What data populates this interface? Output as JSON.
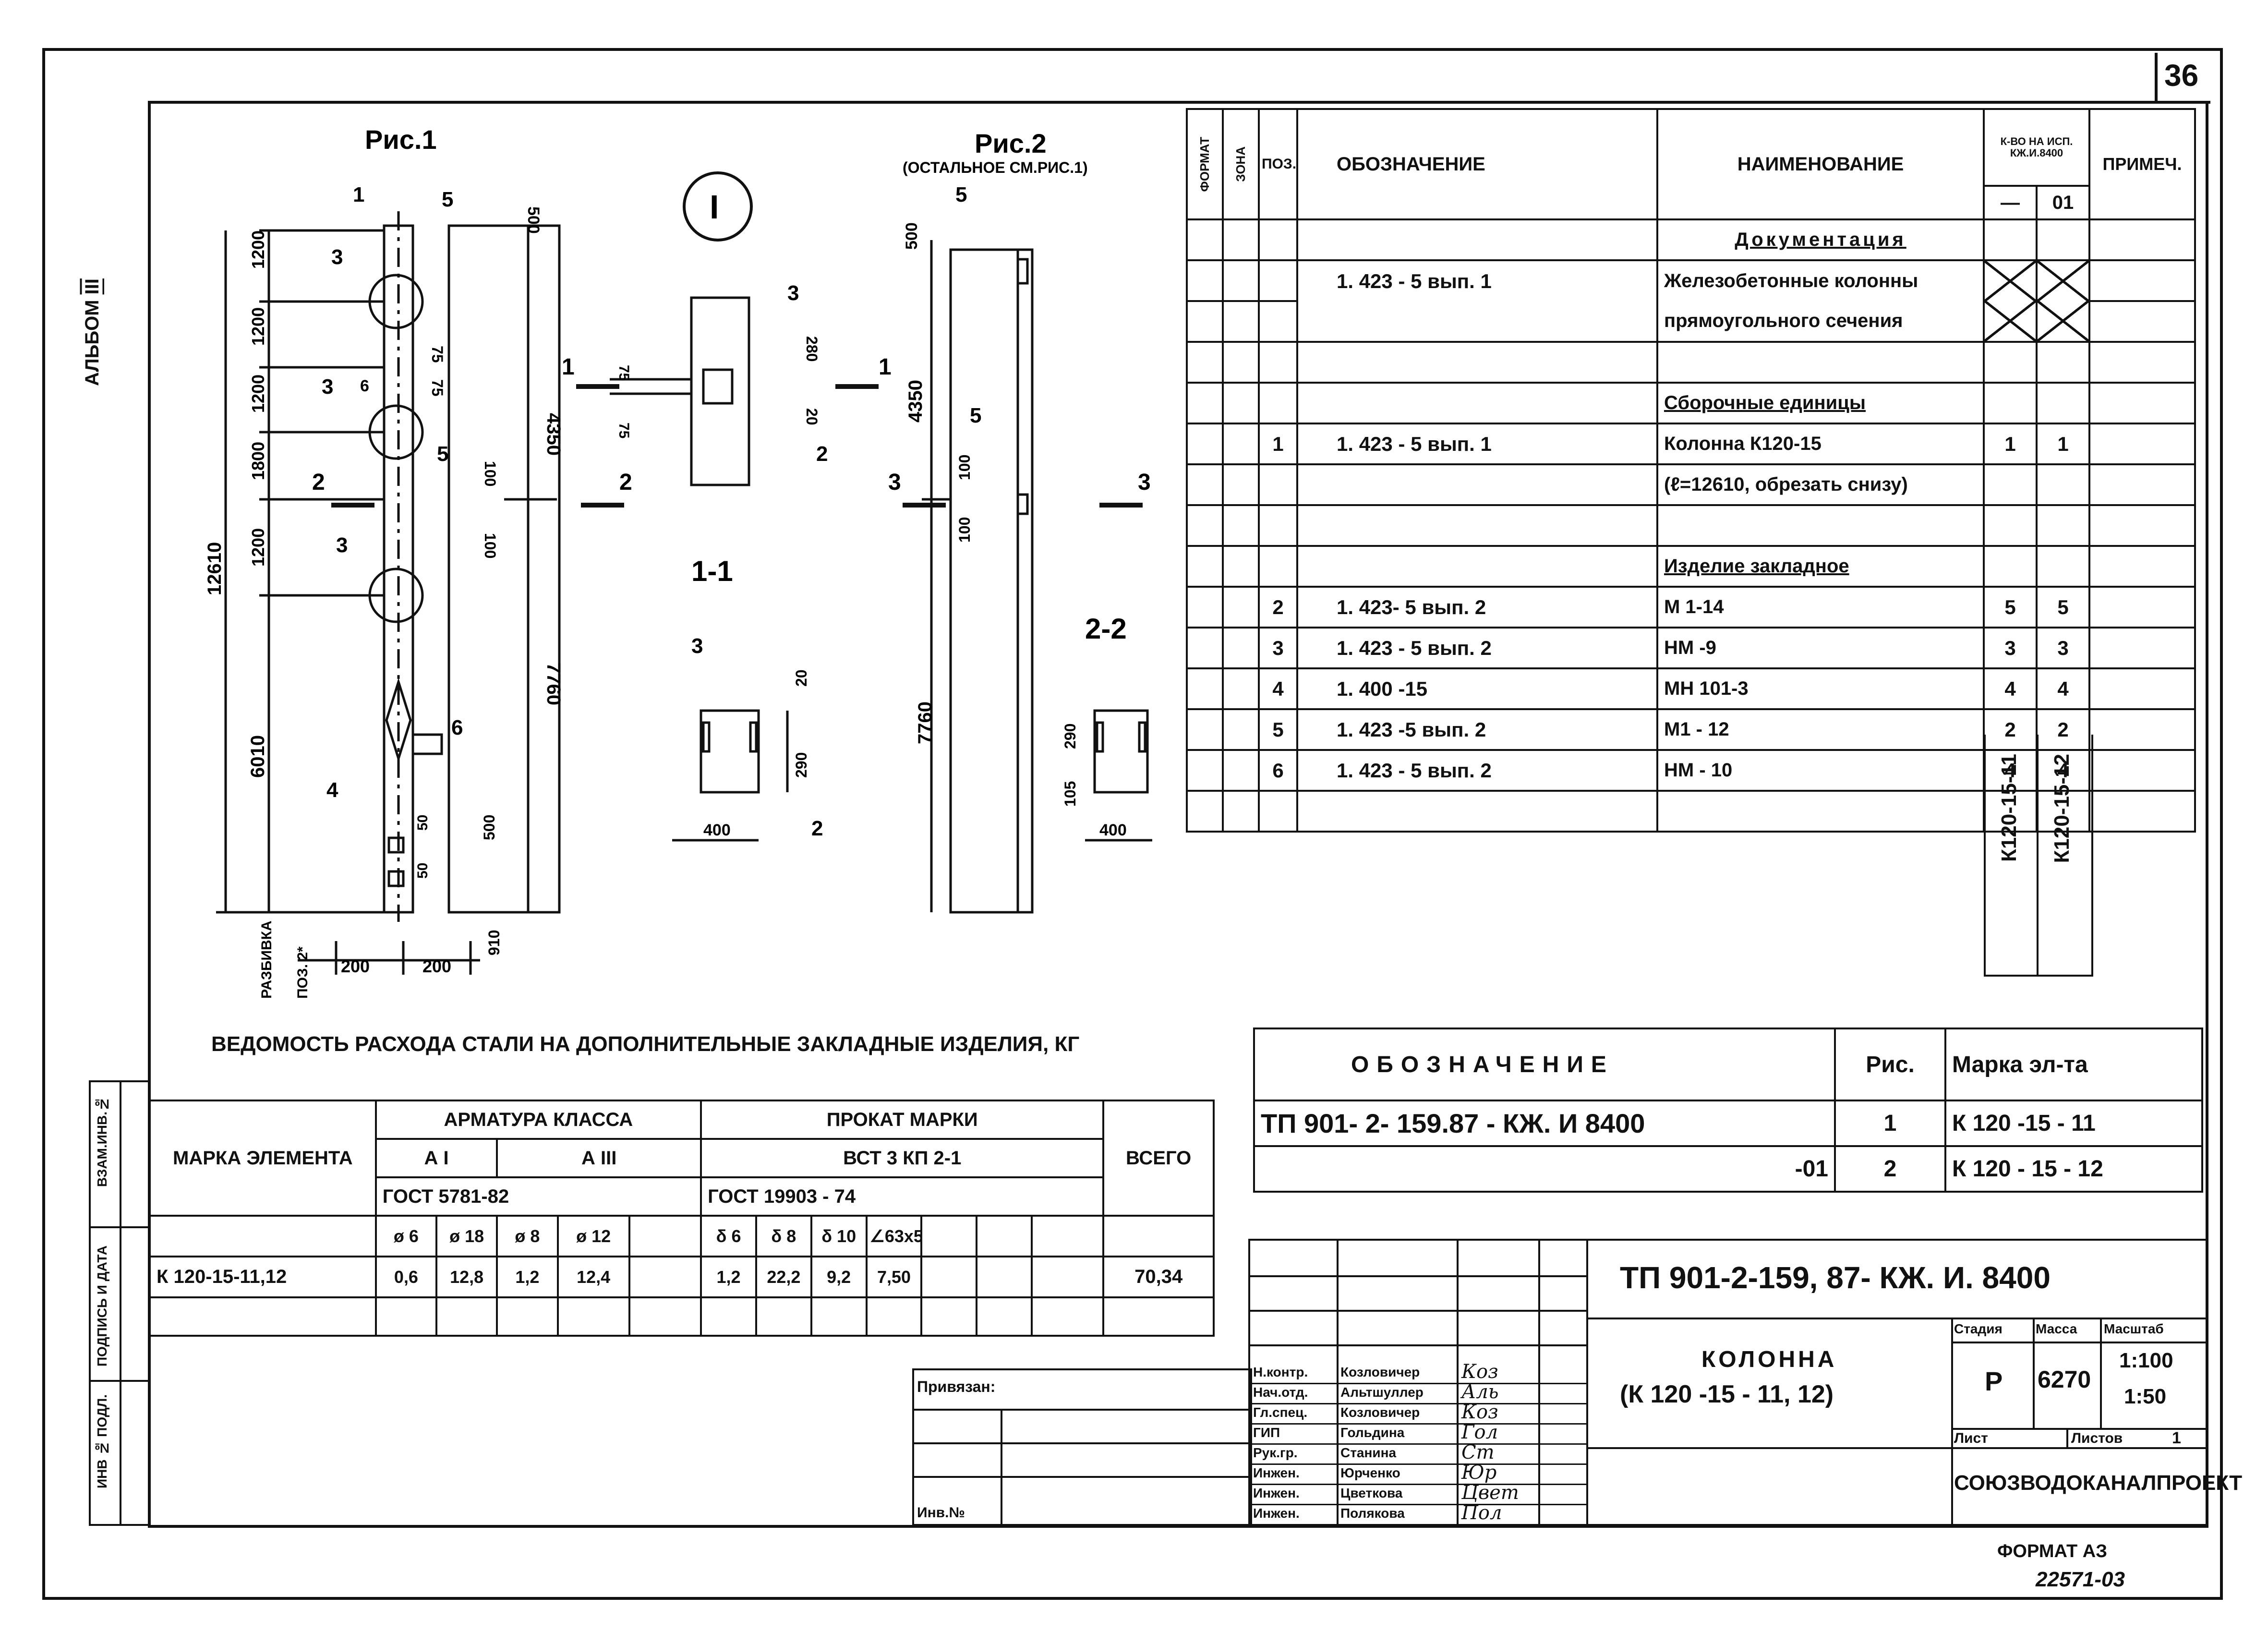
{
  "sheet": {
    "number": "36",
    "album_label": "АЛЬБОМ",
    "album_number": "III",
    "format_label": "ФОРМАТ АЗ",
    "inventory_number": "22571-03"
  },
  "figures": {
    "fig1_title": "Рис.1",
    "fig2_title": "Рис.2",
    "fig2_subtitle": "(ОСТАЛЬНОЕ СМ.РИС.1)",
    "section_mark": "I",
    "section_1_1": "1-1",
    "section_2_2": "2-2",
    "razbivka_label": "РАЗБИВКА",
    "poz_label": "ПОЗ. 2*",
    "fig1_dims": {
      "total_height": "12610",
      "d1200a": "1200",
      "d1200b": "1200",
      "d1200c": "1200",
      "d1800": "1800",
      "d1200d": "1200",
      "d6010": "6010",
      "d4350": "4350",
      "d7760": "7760",
      "d500": "500",
      "d75a": "75",
      "d75b": "75",
      "d100a": "100",
      "d100b": "100",
      "d50a": "50",
      "d50b": "50",
      "d500b": "500",
      "d910": "910",
      "w200a": "200",
      "w200b": "200"
    },
    "fig1_callouts": [
      "1",
      "5",
      "3",
      "3",
      "6",
      "5",
      "3",
      "6",
      "4",
      "2",
      "2"
    ],
    "fig2_dims": {
      "d500": "500",
      "d4350": "4350",
      "d100a": "100",
      "d100b": "100",
      "d7760": "7760"
    },
    "fig2_callouts": [
      "5",
      "5",
      "3",
      "3"
    ],
    "sec11_dims": {
      "d280": "280",
      "d20a": "20",
      "d75a": "75",
      "d75b": "75",
      "d20b": "20",
      "d290": "290",
      "w400": "400"
    },
    "sec11_callouts": [
      "3",
      "2",
      "1",
      "1",
      "3",
      "2"
    ],
    "sec22_dims": {
      "d290": "290",
      "d105": "105",
      "w400": "400"
    }
  },
  "spec": {
    "headers": {
      "format": "ФОРМАТ",
      "zone": "ЗОНА",
      "pos": "ПОЗ.",
      "designation": "ОБОЗНАЧЕНИЕ",
      "name": "НАИМЕНОВАНИЕ",
      "qty_header": "К-ВО НА ИСП. КЖ.И.8400",
      "qty_dash": "—",
      "qty_01": "01",
      "note": "ПРИМЕЧ."
    },
    "rows": [
      {
        "pos": "",
        "designation": "",
        "name": "Документация",
        "q1": "",
        "q2": "",
        "type": "section"
      },
      {
        "pos": "",
        "designation": "1. 423 - 5  вып. 1",
        "name": "Железобетонные колонны",
        "q1": "",
        "q2": "",
        "type": "crossed"
      },
      {
        "pos": "",
        "designation": "",
        "name": "прямоугольного сечения",
        "q1": "",
        "q2": "",
        "type": "crossed-cont"
      },
      {
        "pos": "",
        "designation": "",
        "name": "",
        "q1": "",
        "q2": "",
        "type": "blank"
      },
      {
        "pos": "",
        "designation": "",
        "name": "Сборочные  единицы",
        "q1": "",
        "q2": "",
        "type": "section"
      },
      {
        "pos": "1",
        "designation": "1. 423 - 5  вып. 1",
        "name": "Колонна  К120-15",
        "q1": "1",
        "q2": "1",
        "type": "row"
      },
      {
        "pos": "",
        "designation": "",
        "name": "(ℓ=12610, обрезать снизу)",
        "q1": "",
        "q2": "",
        "type": "row"
      },
      {
        "pos": "",
        "designation": "",
        "name": "",
        "q1": "",
        "q2": "",
        "type": "blank"
      },
      {
        "pos": "",
        "designation": "",
        "name": "Изделие закладное",
        "q1": "",
        "q2": "",
        "type": "section"
      },
      {
        "pos": "2",
        "designation": "1. 423- 5  вып. 2",
        "name": "М 1-14",
        "q1": "5",
        "q2": "5",
        "type": "row"
      },
      {
        "pos": "3",
        "designation": "1. 423 - 5  вып. 2",
        "name": "НМ -9",
        "q1": "3",
        "q2": "3",
        "type": "row"
      },
      {
        "pos": "4",
        "designation": "1. 400 -15",
        "name": "МН 101-3",
        "q1": "4",
        "q2": "4",
        "type": "row"
      },
      {
        "pos": "5",
        "designation": "1. 423 -5  вып. 2",
        "name": "М1 - 12",
        "q1": "2",
        "q2": "2",
        "type": "row"
      },
      {
        "pos": "6",
        "designation": "1. 423 - 5  вып. 2",
        "name": "НМ - 10",
        "q1": "4",
        "q2": "4",
        "type": "row"
      },
      {
        "pos": "",
        "designation": "",
        "name": "",
        "q1": "",
        "q2": "",
        "type": "blank"
      }
    ],
    "vertical_marks": [
      "К120-15-11",
      "К120-15-12"
    ]
  },
  "steel": {
    "title": "ВЕДОМОСТЬ РАСХОДА СТАЛИ НА ДОПОЛНИТЕЛЬНЫЕ ЗАКЛАДНЫЕ ИЗДЕЛИЯ, КГ",
    "mark_header": "МАРКА ЭЛЕМЕНТА",
    "arm_header": "АРМАТУРА КЛАССА",
    "arm_a1": "А I",
    "arm_a3": "А III",
    "arm_gost": "ГОСТ 5781-82",
    "prokat_header": "ПРОКАТ МАРКИ",
    "prokat_mark": "ВСТ 3 КП 2-1",
    "prokat_gost": "ГОСТ 19903 - 74",
    "total_header": "ВСЕГО",
    "cols": [
      "ø 6",
      "ø 18",
      "ø 8",
      "ø 12",
      "",
      "δ 6",
      "δ 8",
      "δ 10",
      "∠63x5",
      "",
      "",
      ""
    ],
    "row": {
      "mark": "К 120-15-11,12",
      "values": [
        "0,6",
        "12,8",
        "1,2",
        "12,4",
        "",
        "1,2",
        "22,2",
        "9,2",
        "7,50",
        "",
        "",
        ""
      ],
      "total": "70,34"
    }
  },
  "refs": {
    "hdr_designation": "ОБОЗНАЧЕНИЕ",
    "hdr_fig": "Рис.",
    "hdr_mark": "Марка эл-та",
    "rows": [
      {
        "designation": "ТП 901- 2-  159.87   - КЖ. И  8400",
        "fig": "1",
        "mark": "К 120 -15 - 11"
      },
      {
        "designation": "-01",
        "fig": "2",
        "mark": "К 120 - 15 - 12"
      }
    ]
  },
  "left_strip": [
    "ВЗАМ.ИНВ.№",
    "ПОДПИСЬ И ДАТА",
    "ИНВ № ПОДЛ."
  ],
  "privyazan": {
    "label": "Привязан:",
    "inv": "Инв.№"
  },
  "titleblock": {
    "code": "ТП 901-2-159, 87-  КЖ. И. 8400",
    "object_line1": "КОЛОННА",
    "object_line2": "(К 120 -15 - 11, 12)",
    "stage_header": "Стадия",
    "mass_header": "Масса",
    "scale_header": "Масштаб",
    "stage": "Р",
    "mass": "6270",
    "scale1": "1:100",
    "scale2": "1:50",
    "sheet_label": "Лист",
    "sheets_label": "Листов",
    "sheets_count": "1",
    "org": "СОЮЗВОДОКАНАЛПРОЕКТ",
    "staff": [
      {
        "role": "Н.контр.",
        "name": "Козловичер",
        "sig": "Коз"
      },
      {
        "role": "Нач.отд.",
        "name": "Альтшуллер",
        "sig": "Аль"
      },
      {
        "role": "Гл.спец.",
        "name": "Козловичер",
        "sig": "Коз"
      },
      {
        "role": "ГИП",
        "name": "Гольдина",
        "sig": "Гол"
      },
      {
        "role": "Рук.гр.",
        "name": "Станина",
        "sig": "Ст"
      },
      {
        "role": "Инжен.",
        "name": "Юрченко",
        "sig": "Юр"
      },
      {
        "role": "Инжен.",
        "name": "Цветкова",
        "sig": "Цвет"
      },
      {
        "role": "Инжен.",
        "name": "Полякова",
        "sig": "Пол"
      }
    ]
  }
}
